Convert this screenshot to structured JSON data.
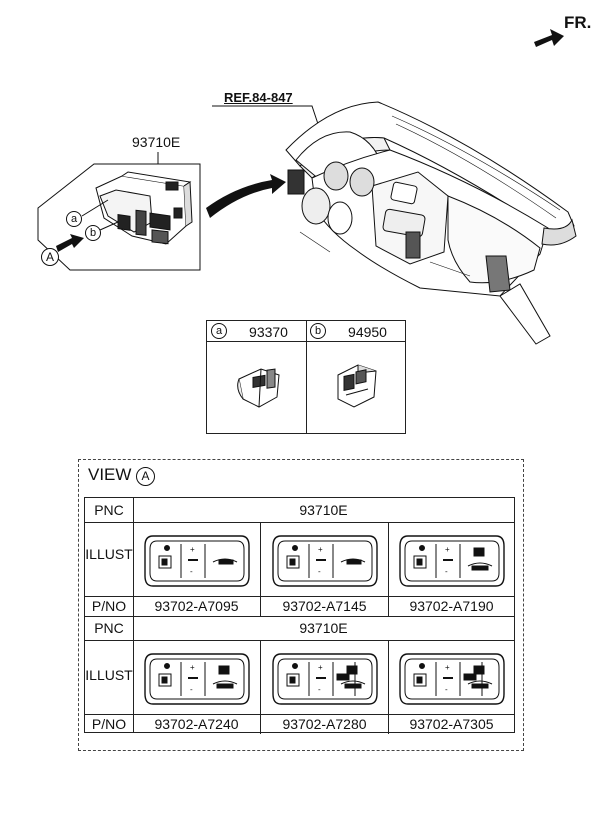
{
  "direction": {
    "label": "FR."
  },
  "ref_label": "REF.84-847",
  "assembly_label": "93710E",
  "callouts": {
    "a": "a",
    "b": "b",
    "A": "A"
  },
  "parts": [
    {
      "letter": "a",
      "number": "93370"
    },
    {
      "letter": "b",
      "number": "94950"
    }
  ],
  "view": {
    "title": "VIEW",
    "letter": "A",
    "row_labels": {
      "pnc": "PNC",
      "illust": "ILLUST",
      "pno": "P/NO"
    },
    "groups": [
      {
        "pnc": "93710E",
        "part_numbers": [
          "93702-A7095",
          "93702-A7145",
          "93702-A7190"
        ]
      },
      {
        "pnc": "93710E",
        "part_numbers": [
          "93702-A7240",
          "93702-A7280",
          "93702-A7305"
        ]
      }
    ]
  }
}
